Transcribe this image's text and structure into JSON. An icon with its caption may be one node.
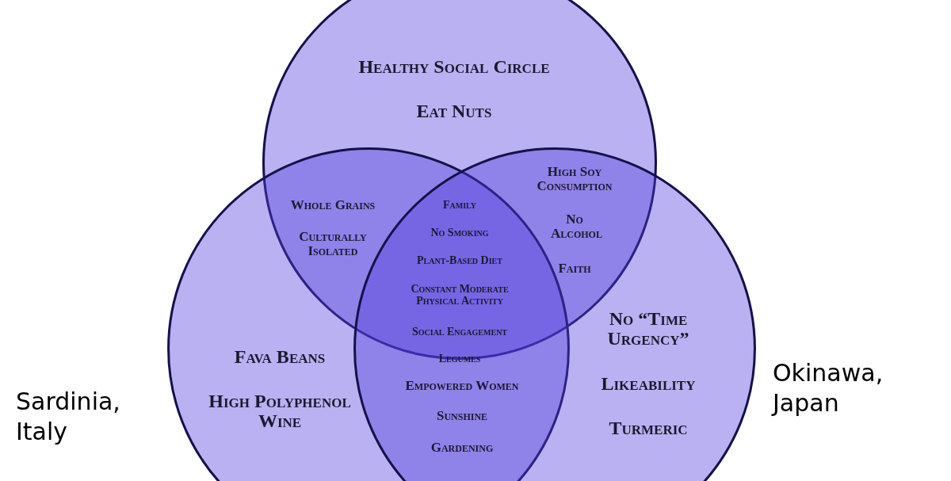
{
  "diagram": {
    "nodes": [
      {
        "text": [
          "Healthy Social Circle",
          "Eat Nuts"
        ]
      },
      {
        "text": [
          "Fava Beans",
          "High Polyphenol Wine"
        ],
        "beside": [
          "Sardinia, Italy"
        ]
      },
      {
        "text": [
          "No “Time Urgency”",
          "Likeability",
          "Turmeric"
        ],
        "beside": [
          "Okinawa, Japan"
        ]
      }
    ],
    "edges": [],
    "labels": [
      "Whole Grains",
      "Culturally Isolated",
      "Family",
      "No Smoking",
      "Plant-Based Diet",
      "Constant Moderate Physical Activity",
      "Social Engagement",
      "Legumes",
      "Empowered Women",
      "Sunshine",
      "Gardening",
      "High Soy Consumption",
      "No Alcohol",
      "Faith"
    ]
  }
}
